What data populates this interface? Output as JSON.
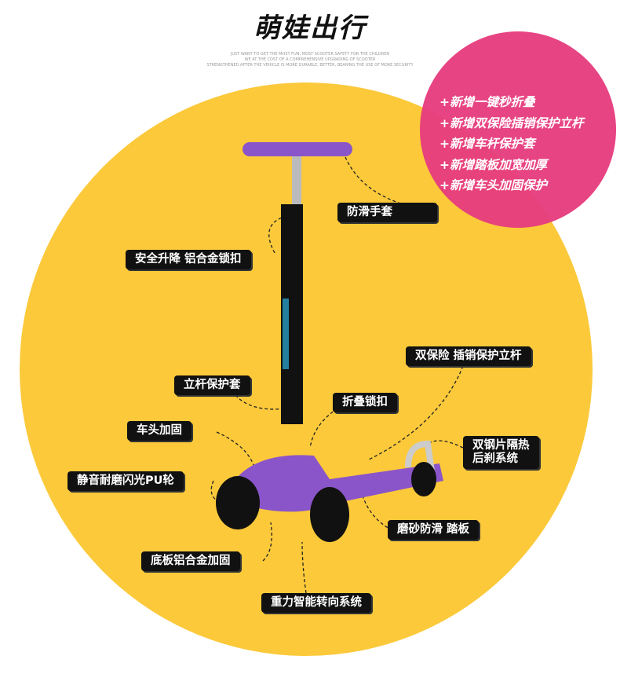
{
  "title": "萌娃出行",
  "subtitle": [
    "JUST WANT TO GET THE MOST FUN, MOST SCOOTER SAFETY FOR THE CHILDREN",
    "WE AT THE COST OF A COMPREHENSIVE UPGRADING OF SCOOTER",
    "STRENGTHENED AFTER THE VEHICLE IS MORE DURABLE, BETTER, BEARING THE USE OF MORE SECURITY"
  ],
  "features": [
    "+新增一键秒折叠",
    "+新增双保险插销保护立杆",
    "+新增车杆保护套",
    "+新增踏板加宽加厚",
    "+新增车头加固保护"
  ],
  "labels": {
    "grip": "防滑手套",
    "lift": "安全升降 铝合金锁扣",
    "pin": "双保险 插销保护立杆",
    "sleeve": "立杆保护套",
    "fold": "折叠锁扣",
    "head": "车头加固",
    "brake1": "双钢片隔热",
    "brake2": "后刹系统",
    "wheel": "静音耐磨闪光PU轮",
    "deck": "磨砂防滑 踏板",
    "base": "底板铝合金加固",
    "steer": "重力智能转向系统"
  },
  "colors": {
    "yellow": "#fbc93a",
    "pink": "#e63c7e",
    "purple": "#8a55c8"
  }
}
